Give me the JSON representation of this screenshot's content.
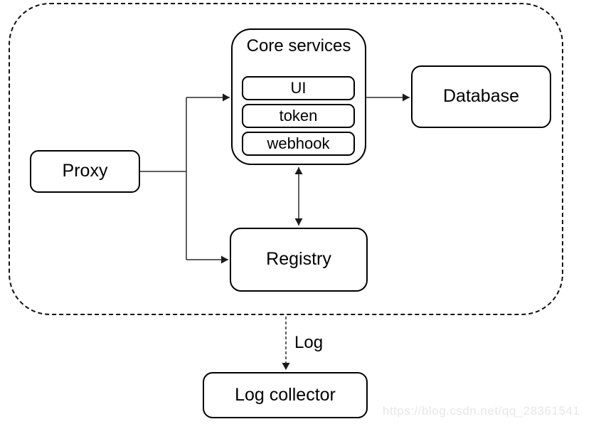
{
  "diagram": {
    "boundary": {
      "style": "dashed-rounded",
      "stroke_color": "#111111"
    },
    "nodes": {
      "proxy": {
        "label": "Proxy"
      },
      "core_services": {
        "label": "Core services",
        "children": [
          {
            "label": "UI"
          },
          {
            "label": "token"
          },
          {
            "label": "webhook"
          }
        ]
      },
      "database": {
        "label": "Database"
      },
      "registry": {
        "label": "Registry"
      },
      "log_collector": {
        "label": "Log collector"
      }
    },
    "edges": [
      {
        "from": "proxy",
        "to": "core_services",
        "style": "solid-arrow"
      },
      {
        "from": "proxy",
        "to": "registry",
        "style": "solid-arrow"
      },
      {
        "from": "core_services",
        "to": "database",
        "style": "solid-arrow"
      },
      {
        "from": "core_services",
        "to": "registry",
        "style": "solid-double-arrow"
      },
      {
        "from": "boundary",
        "to": "log_collector",
        "style": "dashed-arrow",
        "label": "Log"
      }
    ],
    "log_edge_label": "Log",
    "colors": {
      "ink": "#000000",
      "connector": "#2b2b2b",
      "background": "#ffffff",
      "watermark": "#e7e7e7"
    }
  },
  "watermark": {
    "text": "https://blog.csdn.net/qq_28361541"
  }
}
